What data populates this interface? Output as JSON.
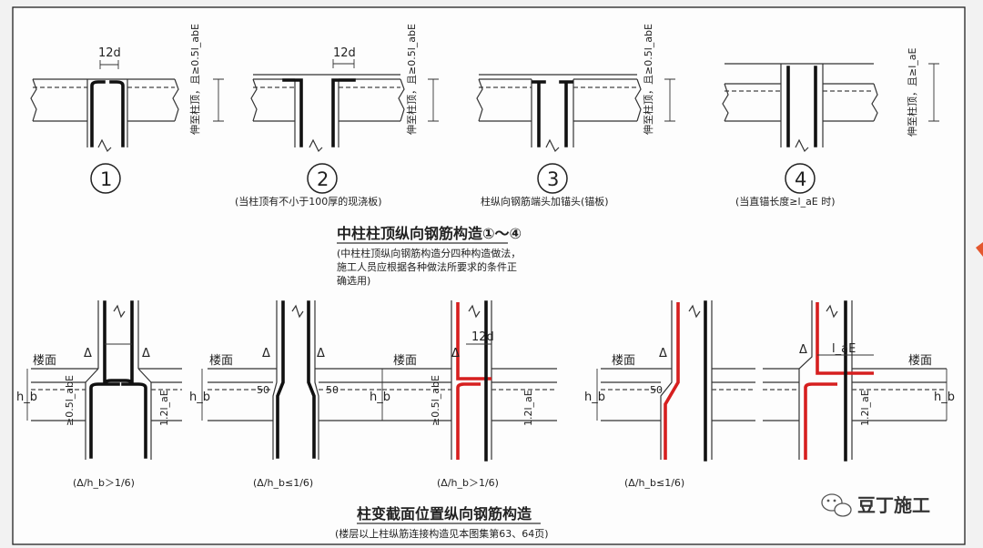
{
  "section1": {
    "title": "中柱柱顶纵向钢筋构造①～④",
    "note_lines": [
      "(中柱柱顶纵向钢筋构造分四种构造做法，",
      "施工人员应根据各种做法所要求的条件正",
      "确选用)"
    ],
    "details": [
      {
        "number": "1",
        "caption": "",
        "dim_top": "12d",
        "side_label": "伸至柱顶，且≥0.5l_abE"
      },
      {
        "number": "2",
        "caption": "(当柱顶有不小于100厚的现浇板)",
        "dim_top": "12d",
        "side_label": "伸至柱顶，且≥0.5l_abE"
      },
      {
        "number": "3",
        "caption": "柱纵向钢筋端头加锚头(锚板)",
        "dim_top": "",
        "side_label": "伸至柱顶，且≥0.5l_abE"
      },
      {
        "number": "4",
        "caption": "(当直锚长度≥l_aE 时)",
        "dim_top": "",
        "side_label": "伸至柱顶，且≥l_aE"
      }
    ]
  },
  "section2": {
    "title": "柱变截面位置纵向钢筋构造",
    "note": "(楼层以上柱纵筋连接构造见本图集第63、64页)",
    "floor_label": "楼面",
    "delta": "Δ",
    "hb": "h_b",
    "dim_12d": "12d",
    "dim_50": "50",
    "dim_05": "≥0.5l_abE",
    "dim_12": "1.2l_aE",
    "dim_lae": "l_aE",
    "details": [
      {
        "caption": "(Δ/h_b＞1/6)"
      },
      {
        "caption": "(Δ/h_b≤1/6)"
      },
      {
        "caption": "(Δ/h_b＞1/6)"
      },
      {
        "caption": "(Δ/h_b≤1/6)"
      },
      {
        "caption": ""
      }
    ]
  },
  "watermark": {
    "text": "豆丁施工",
    "icon": "wechat-icon"
  },
  "colors": {
    "rebar_highlight": "#d61f1f",
    "linework": "#333333",
    "background": "#f2f2f2"
  }
}
